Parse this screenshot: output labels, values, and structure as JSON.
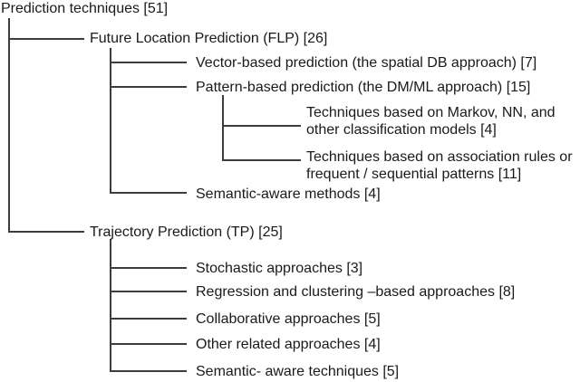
{
  "figure": {
    "type": "taxonomy-tree",
    "colors": {
      "background": "#ffffff",
      "text": "#1a1a1a",
      "connector": "#3d3d3d"
    }
  },
  "tree": {
    "root": {
      "label": "Prediction techniques [51]"
    },
    "branches": [
      {
        "label": "Future Location Prediction (FLP) [26]",
        "children": [
          {
            "label": "Vector-based prediction (the spatial DB approach) [7]"
          },
          {
            "label": "Pattern-based prediction (the DM/ML approach) [15]",
            "children": [
              {
                "lines": [
                  "Techniques based on Markov, NN, and",
                  "other classification models [4]"
                ]
              },
              {
                "lines": [
                  "Techniques based on association rules or",
                  "frequent / sequential patterns [11]"
                ]
              }
            ]
          },
          {
            "label": "Semantic-aware methods [4]"
          }
        ]
      },
      {
        "label": "Trajectory Prediction (TP) [25]",
        "children": [
          {
            "label": "Stochastic approaches [3]"
          },
          {
            "label": "Regression and clustering –based approaches [8]"
          },
          {
            "label": "Collaborative approaches [5]"
          },
          {
            "label": "Other related approaches [4]"
          },
          {
            "label": "Semantic- aware techniques [5]"
          }
        ]
      }
    ]
  }
}
